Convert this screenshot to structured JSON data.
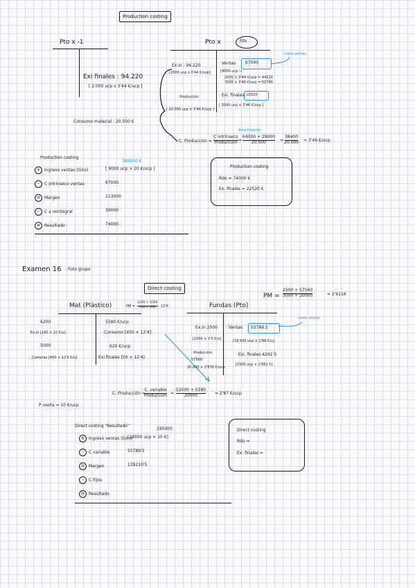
{
  "section1": {
    "title": "Production costing",
    "pto_prev": {
      "label": "Pto x -1",
      "exi_finales": "Exi finales : 94.220",
      "exi_calc": "[ 2.000 ucp x 3'44 €/ucp ]"
    },
    "pto": {
      "label": "Pto x",
      "method": "Fifo",
      "ex_in": "Ex.in : 94.220",
      "ex_in_calc": "[2000 ucp x 3'44 €/ucp]",
      "ventas_label": "· Ventas",
      "ventas_value": "67000",
      "ventas_calc_1": "[9000 ucp →",
      "ventas_calc_2": "2000 × 3'44 €/ucp = 44220",
      "ventas_calc_3": "7000 × 3'46 €/ucp = 52780",
      "produccion_label": "· Producción",
      "produccion_calc": "[ 20.000 ucp × 3'46 €/ucp ]",
      "exi_finales_label": "· Exi. finales :",
      "exi_finales_value": "22520",
      "exi_finales_calc": "[ 3000 ucp × 3'46 €/ucp ]",
      "coste_ventas": "coste ventas"
    },
    "consumo": "Consumo material : 20.500 €",
    "c_produccion": {
      "prefix": "C. Producción =",
      "frac1_num": "C intrínseco",
      "frac1_den": "Producción",
      "frac2_num": "64000 + 29000",
      "frac2_den": "20.000",
      "frac3_num": "38400",
      "frac3_den": "20.000",
      "result": "= 3'46 €/ucp",
      "annotation": "Amortización"
    },
    "summary": {
      "title": "Production costing",
      "annotation": "380000 €",
      "items": [
        {
          "sign": "+",
          "label": "Ingreso ventas (Giro)",
          "value": "[ 9000 ucp × 20 €/ucp ]"
        },
        {
          "sign": "-",
          "label": "C intrínseco ventas",
          "value": "67000"
        },
        {
          "sign": "=",
          "label": "Margen",
          "value": "113000"
        },
        {
          "sign": "-",
          "label": "C a reintegral",
          "value": "39000"
        },
        {
          "sign": "=",
          "label": "Resultado",
          "value": "74000"
        }
      ]
    },
    "result_box": {
      "title": "Production costing",
      "rdo": "Rdo = 74000 €",
      "exi": "Ex. finales = 22520 €"
    }
  },
  "section2": {
    "exam": "Examen 16",
    "subtitle": "- Foto grupo",
    "title": "Direct-costing",
    "pm": {
      "label": "PM =",
      "num": "2500 + 57560",
      "den": "3000 + 20000",
      "result": "= 2'6116"
    },
    "mat": {
      "label": "Mat (Plástico)",
      "left_1": "6200",
      "left_2": "Ex.in [100 × 22 €/u]",
      "left_3": "5000",
      "left_4": "Compras [400 × 12'5 €/u]",
      "right_1": "5580 €/ucp",
      "right_2": "Consumo [450 × 12'4]",
      "right_3": "620 €/ucp",
      "right_4": "Exi finales [50 × 12'4]",
      "pm_note": "PM =",
      "pm_num": "1200 + 5000",
      "pm_den": "100 + 400",
      "pm_res": "12'4"
    },
    "fundas": {
      "label": "Fundas (Pto)",
      "ex_in": "Ex.in 2500",
      "ex_in_calc": "[1000 × 2'5 €/u]",
      "ventas_label": "· Ventas",
      "ventas_value": "55789,5",
      "ventas_calc": "[19.500 ucp × 2'86 €/u]",
      "produccion_label": "· Producción",
      "produccion_value": "57560",
      "produccion_calc": "20.000 × 2'876 €/ucp",
      "exi_finales": "· Exi. finales 4291'5",
      "exi_calc": "[1500 ucp × 2'861 €]",
      "coste_ventas": "coste ventas"
    },
    "c_produccion": {
      "prefix": "C. Producción =",
      "frac1_num": "C. variable",
      "frac1_den": "Producción",
      "frac2_num": "52000 + 5580",
      "frac2_den": "20000",
      "result": "= 2'87 €/ucp"
    },
    "pventa": "P venta = 10 €/ucp",
    "summary": {
      "title": "Direct costing \"Resultado\"",
      "annotation": "195000",
      "items": [
        {
          "sign": "+",
          "label": "Ingreso ventas (Giro)",
          "value": "[19500 ucp × 10 €]"
        },
        {
          "sign": "-",
          "label": "C variable",
          "value": "55789'5"
        },
        {
          "sign": "=",
          "label": "Margen",
          "value": "139210'5"
        },
        {
          "sign": "-",
          "label": "C Fijos",
          "value": ""
        },
        {
          "sign": "=",
          "label": "Resultado",
          "value": ""
        }
      ]
    },
    "result_box": {
      "title": "Direct costing",
      "rdo": "Rdo =",
      "exi": "Ex. finales ="
    }
  }
}
